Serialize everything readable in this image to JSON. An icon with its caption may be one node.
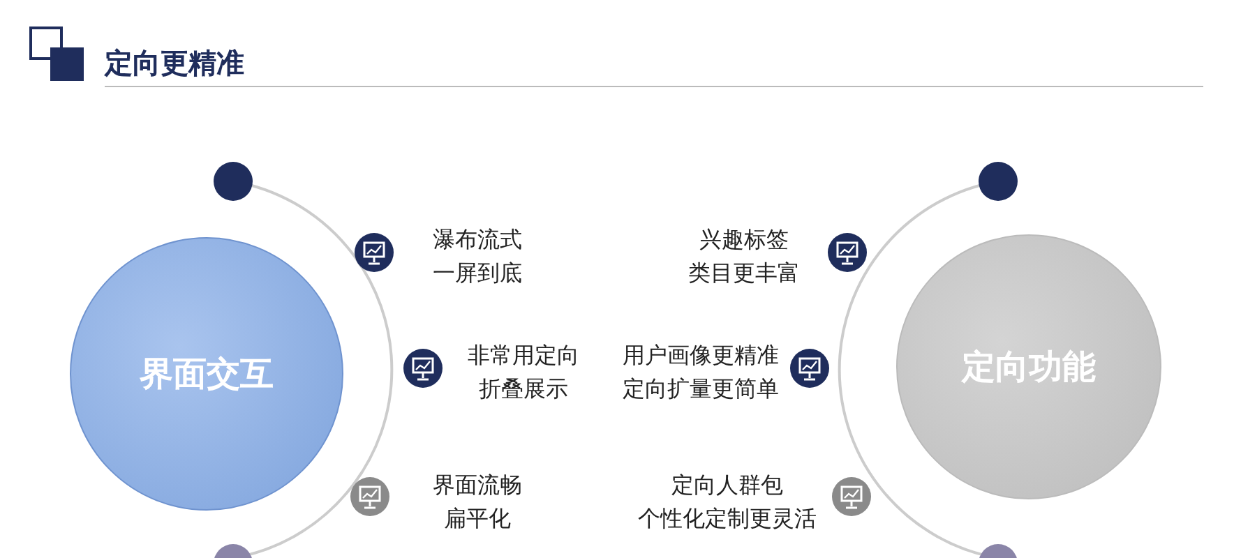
{
  "diagram": {
    "title": "定向更精准",
    "nodes": [
      {
        "text": [
          "界面交互"
        ]
      },
      {
        "text": [
          "定向功能"
        ]
      }
    ],
    "labels": [
      "瀑布流式一屏到底",
      "非常用定向折叠展示",
      "界面流畅扁平化",
      "兴趣标签类目更丰富",
      "用户画像更精准定向扩量更简单",
      "定向人群包个性化定制更灵活"
    ]
  }
}
